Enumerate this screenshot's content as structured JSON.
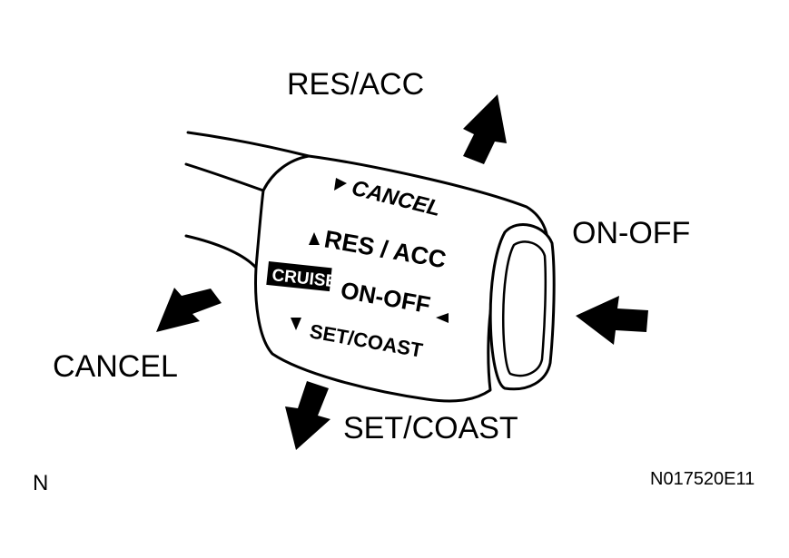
{
  "callouts": {
    "res_acc": "RES/ACC",
    "on_off": "ON-OFF",
    "cancel": "CANCEL",
    "set_coast": "SET/COAST"
  },
  "switch_face": {
    "cancel": "CANCEL",
    "res_acc": "RES / ACC",
    "cruise_badge": "CRUISE",
    "on_off": "ON-OFF",
    "set_coast": "SET/COAST"
  },
  "footer": {
    "left_code": "N",
    "figure_code": "N017520E11"
  },
  "colors": {
    "ink": "#000000",
    "paper": "#ffffff"
  }
}
